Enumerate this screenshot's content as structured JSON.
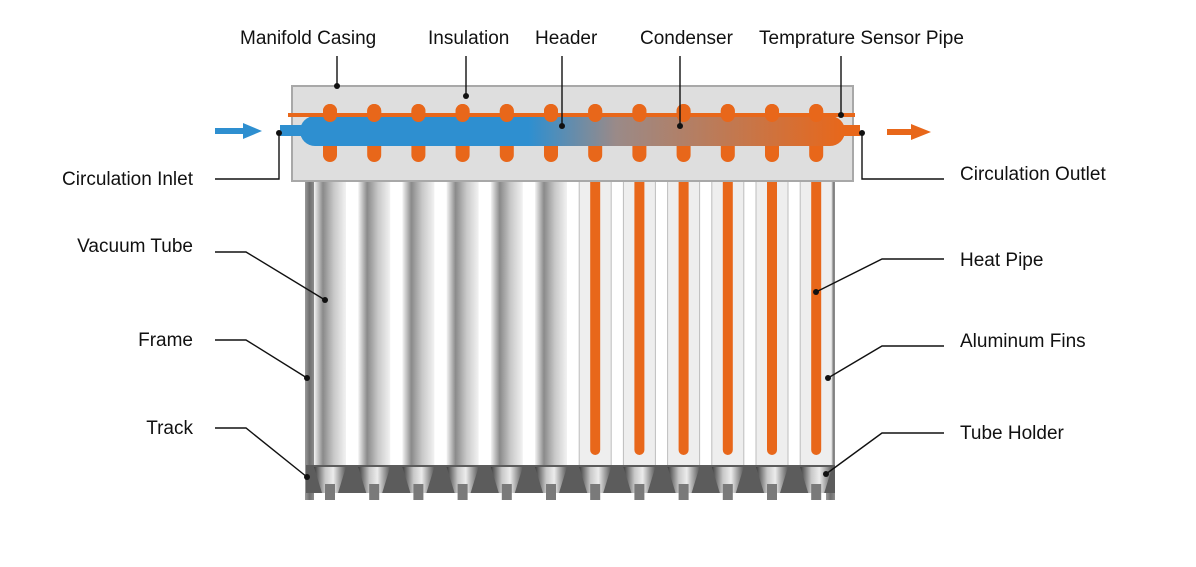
{
  "labels": {
    "manifold_casing": "Manifold Casing",
    "insulation": "Insulation",
    "header": "Header",
    "condenser": "Condenser",
    "temperature_sensor_pipe": "Temprature Sensor Pipe",
    "circulation_inlet": "Circulation Inlet",
    "circulation_outlet": "Circulation Outlet",
    "vacuum_tube": "Vacuum Tube",
    "heat_pipe": "Heat Pipe",
    "frame": "Frame",
    "aluminum_fins": "Aluminum Fins",
    "track": "Track",
    "tube_holder": "Tube Holder"
  },
  "colors": {
    "cold_water": "#2e8fd0",
    "hot_water": "#e8671a",
    "casing": "#dedede",
    "casing_border": "#a8a8a8",
    "label_text": "#111111",
    "leader_line": "#111111"
  },
  "icons": {
    "inlet_arrow": "arrow-right-icon",
    "outlet_arrow": "arrow-right-icon"
  },
  "tubes": {
    "count": 12,
    "vacuum_side_count": 6,
    "heat_pipe_side_count": 6
  }
}
